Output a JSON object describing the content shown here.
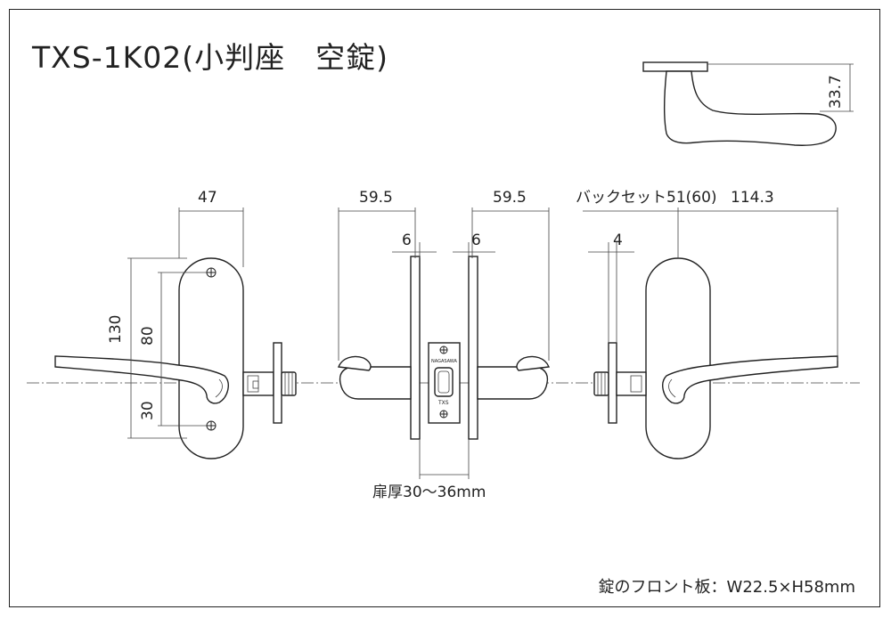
{
  "title": "TXS-1K02(小判座　空錠)",
  "dimensions": {
    "rose_width": "47",
    "lever_length_left": "59.5",
    "lever_length_right": "59.5",
    "plate_thickness_left": "6",
    "plate_thickness_right": "6",
    "backset": "バックセット51(60)",
    "lever_reach": "114.3",
    "plate_thickness_side": "4",
    "rose_height": "130",
    "upper_screw_to_center": "80",
    "lower_screw_to_center": "30",
    "lever_height": "33.7",
    "door_thickness": "扉厚30〜36mm"
  },
  "latch_stamp": {
    "top": "NAGASAWA",
    "bottom": "TXS"
  },
  "note": "錠のフロント板：W22.5×H58mm"
}
